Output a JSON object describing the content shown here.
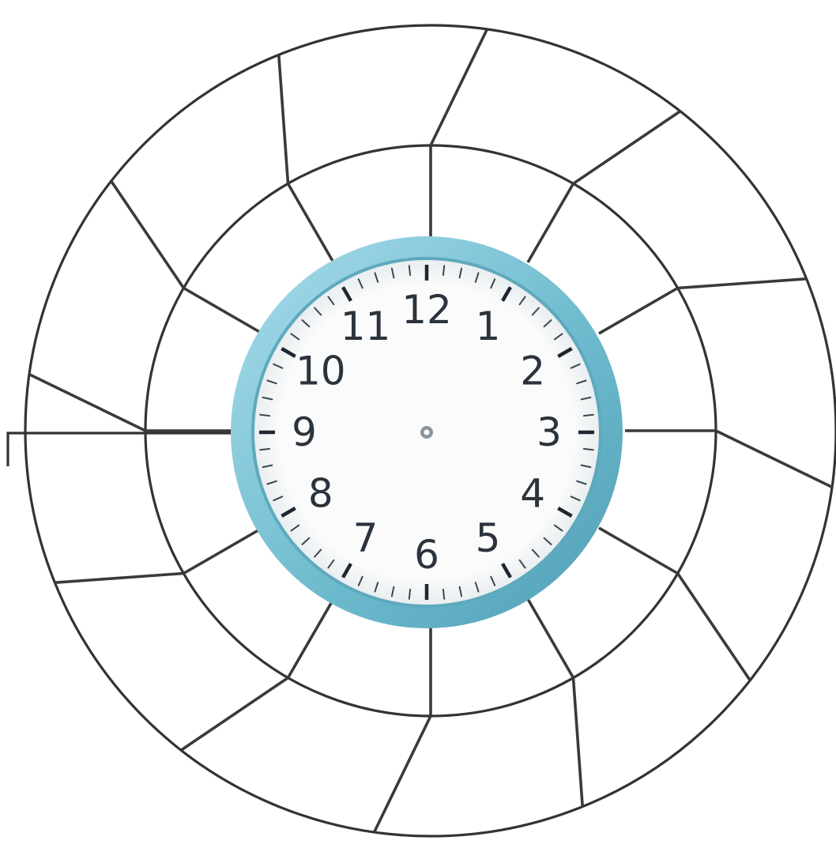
{
  "clock": {
    "numerals": [
      "12",
      "1",
      "2",
      "3",
      "4",
      "5",
      "6",
      "7",
      "8",
      "9",
      "10",
      "11"
    ]
  },
  "colors": {
    "bezel": "#6fbccf",
    "bezel_light": "#a9dceb",
    "bezel_dark": "#4f9fb5",
    "face": "#fbfbfb",
    "wheel_lines": "#333333",
    "numerals": "#2b333c"
  },
  "wheel": {
    "rings": 2,
    "segments_per_ring": 12
  }
}
